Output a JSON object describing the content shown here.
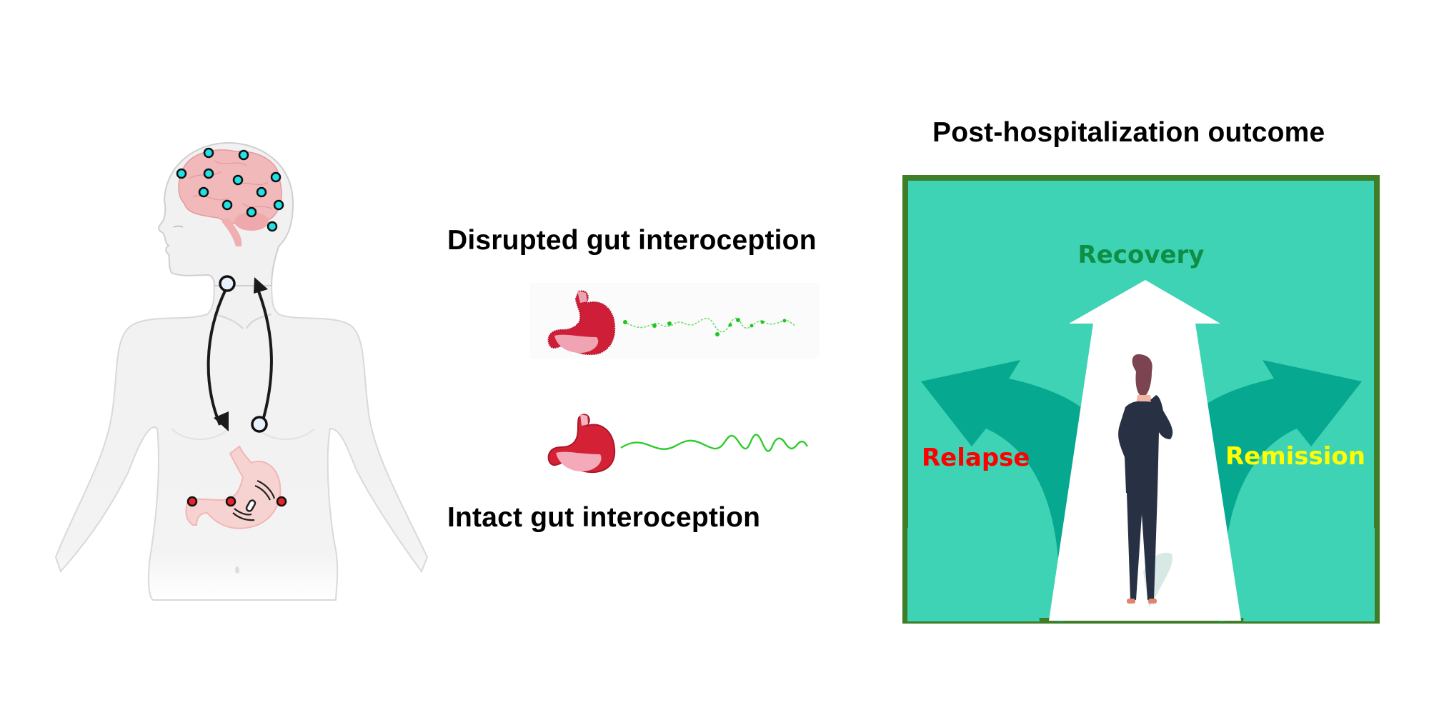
{
  "figure": {
    "left_panel": {
      "title": "Brain-gut interoception measurement",
      "brain_electrode_color": "#22e0e6",
      "gut_electrode_color": "#e8242b",
      "brain_electrode_count": 12,
      "gut_electrode_count": 3
    },
    "middle_panel": {
      "disrupted_label": "Disrupted gut interoception",
      "intact_label": "Intact gut interoception",
      "signal_color": "#2ecc40",
      "stomach_color": "#d42136"
    },
    "right_panel": {
      "title": "Post-hospitalization outcome",
      "box_fill": "#3dd3b4",
      "box_border": "#3f7d27",
      "paths": [
        {
          "label": "Recovery",
          "direction": "up",
          "color": "#0e8f45"
        },
        {
          "label": "Relapse",
          "direction": "left",
          "color": "#ff0000"
        },
        {
          "label": "Remission",
          "direction": "right",
          "color": "#ffff00"
        }
      ]
    }
  }
}
